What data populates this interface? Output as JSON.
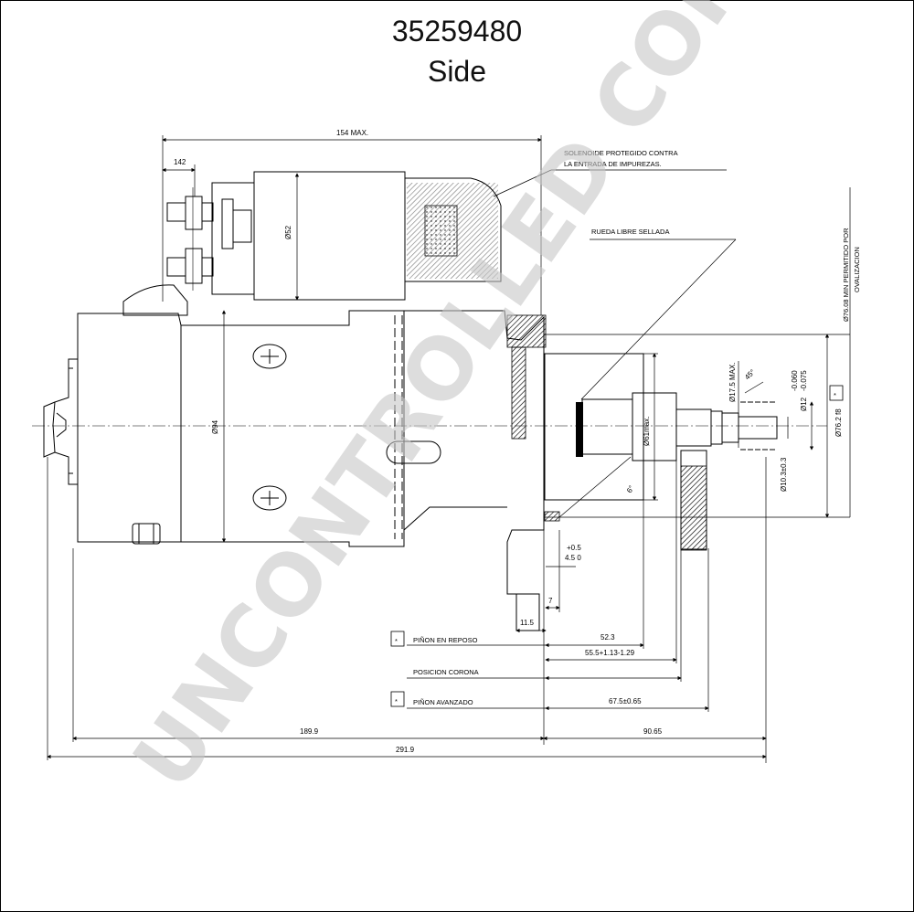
{
  "title": "35259480",
  "subtitle": "Side",
  "watermark": "UNCONTROLLED COPY",
  "notes": {
    "solenoid": [
      "SOLENOIDE PROTEGIDO CONTRA",
      "LA ENTRADA DE IMPUREZAS."
    ],
    "freewheel": "RUEDA LIBRE SELLADA",
    "ovalization": [
      "Ø76.08 MIN PERMITIDO POR",
      "OVALIZACION"
    ],
    "pinion_rest": "PIÑON EN REPOSO",
    "crown_position": "POSICION CORONA",
    "pinion_advanced": "PIÑON AVANZADO",
    "star": "*"
  },
  "dims": {
    "d154max": "154 MAX.",
    "d142": "142",
    "d52": "Ø52",
    "d94": "Ø94",
    "d61max": "Ø61max.",
    "d175max": "Ø17.5 MAX.",
    "deg45": "45°",
    "tol_top": "-0.060",
    "tol_bot": "-0.075",
    "d12": "Ø12",
    "d762": "Ø76.2 f8",
    "d103": "Ø10.3±0.3",
    "deg6": "6°",
    "plus05": "+0.5",
    "d45": "4.5  0",
    "d7": "7",
    "d115": "11.5",
    "d523": "52.3",
    "d555": "55.5+1.13-1.29",
    "d675": "67.5±0.65",
    "d1899": "189.9",
    "d9065": "90.65",
    "d2919": "291.9"
  }
}
